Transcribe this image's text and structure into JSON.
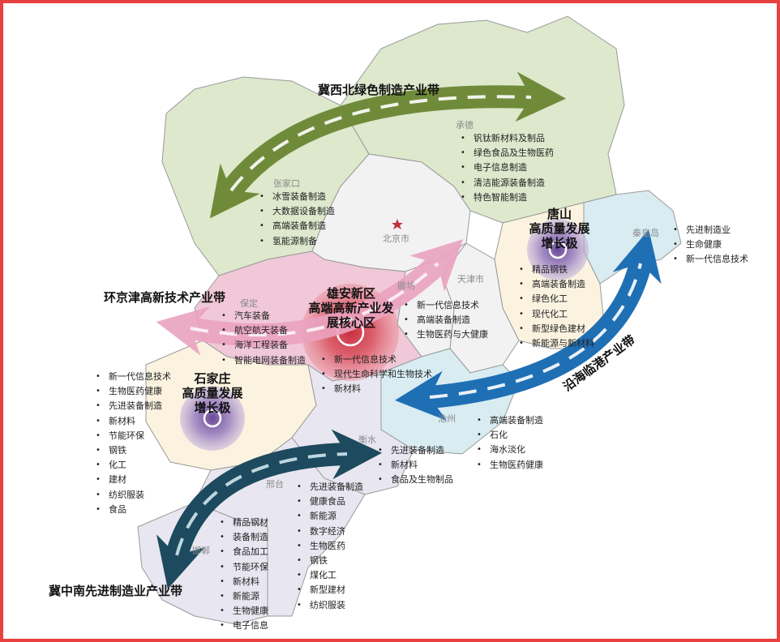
{
  "colors": {
    "frame": "#e8403f",
    "northwest_belt": "#6f8b3a",
    "jingjin_belt": "#e896b6",
    "coastal_belt": "#1f6fb5",
    "south_belt": "#1d4a5e",
    "xiongan_core": "#d23a4a",
    "growth_pole": "#7a5aa8"
  },
  "icons": {
    "capital": "star-icon"
  },
  "belts": {
    "northwest": "冀西北绿色制造产业带",
    "jingjin": "环京津高新技术产业带",
    "coastal": "沿海临港产业带",
    "south": "冀中南先进制造业产业带"
  },
  "cities": {
    "chengde": {
      "name": "承德",
      "items": [
        "钒钛新材料及制品",
        "绿色食品及生物医药",
        "电子信息制造",
        "清洁能源装备制造",
        "特色智能制造"
      ]
    },
    "zhangjiakou": {
      "name": "张家口",
      "items": [
        "冰雪装备制造",
        "大数据设备制造",
        "高端装备制造",
        "氢能源制备"
      ]
    },
    "beijing": {
      "name": "北京市"
    },
    "tianjin": {
      "name": "天津市"
    },
    "langfang": {
      "name": "廊坊",
      "items": [
        "新一代信息技术",
        "高端装备制造",
        "生物医药与大健康"
      ]
    },
    "tangshan": {
      "hub": [
        "唐山",
        "高质量发展",
        "增长极"
      ],
      "items": [
        "精品钢铁",
        "高端装备制造",
        "绿色化工",
        "现代化工",
        "新型绿色建材",
        "新能源与新材料"
      ]
    },
    "qinhuangdao": {
      "name": "秦皇岛",
      "items": [
        "先进制造业",
        "生命健康",
        "新一代信息技术"
      ]
    },
    "baoding": {
      "name": "保定",
      "items": [
        "汽车装备",
        "航空航天装备",
        "海洋工程装备",
        "智能电网装备制造"
      ]
    },
    "xiongan": {
      "hub": [
        "雄安新区",
        "高端高新产业发",
        "展核心区"
      ],
      "items": [
        "新一代信息技术",
        "现代生命科学和生物技术",
        "新材料"
      ]
    },
    "shijiazhuang": {
      "hub": [
        "石家庄",
        "高质量发展",
        "增长极"
      ],
      "items": [
        "新一代信息技术",
        "生物医药健康",
        "先进装备制造",
        "新材料",
        "节能环保",
        "钢铁",
        "化工",
        "建材",
        "纺织服装",
        "食品"
      ]
    },
    "cangzhou": {
      "name": "沧州",
      "items": [
        "高端装备制造",
        "石化",
        "海水淡化",
        "生物医药健康"
      ]
    },
    "hengshui": {
      "name": "衡水",
      "items": [
        "先进装备制造",
        "新材料",
        "食品及生物制品"
      ]
    },
    "xingtai": {
      "name": "邢台",
      "items": [
        "先进装备制造",
        "健康食品",
        "新能源",
        "数字经济",
        "生物医药",
        "钢铁",
        "煤化工",
        "新型建材",
        "纺织服装"
      ]
    },
    "handan": {
      "name": "邯郸",
      "items": [
        "精品钢材",
        "装备制造",
        "食品加工",
        "节能环保",
        "新材料",
        "新能源",
        "生物健康",
        "电子信息"
      ]
    }
  }
}
